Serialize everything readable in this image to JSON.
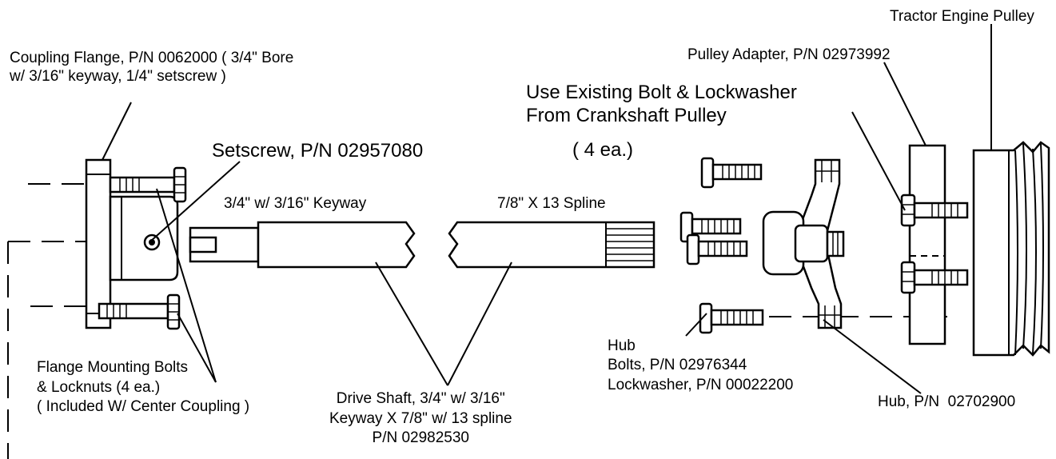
{
  "labels": {
    "coupling_flange": "Coupling Flange, P/N 0062000 ( 3/4\" Bore\nw/ 3/16\" keyway, 1/4\" setscrew )",
    "setscrew": "Setscrew, P/N 02957080",
    "use_existing": "Use Existing Bolt & Lockwasher\nFrom Crankshaft Pulley",
    "use_existing_qty": "( 4 ea.)",
    "tractor_engine_pulley": "Tractor Engine Pulley",
    "pulley_adapter": "Pulley Adapter, P/N 02973992",
    "keyway_end": "3/4\" w/ 3/16\" Keyway",
    "spline_end": "7/8\" X 13 Spline",
    "flange_bolts": "Flange Mounting Bolts\n& Locknuts (4 ea.)\n( Included W/ Center Coupling )",
    "drive_shaft": "Drive Shaft, 3/4\" w/ 3/16\"\nKeyway X 7/8\" w/ 13 spline\nP/N 02982530",
    "hub_bolts": "Hub\nBolts, P/N 02976344\nLockwasher, P/N 00022200",
    "hub": "Hub, P/N  02702900"
  }
}
